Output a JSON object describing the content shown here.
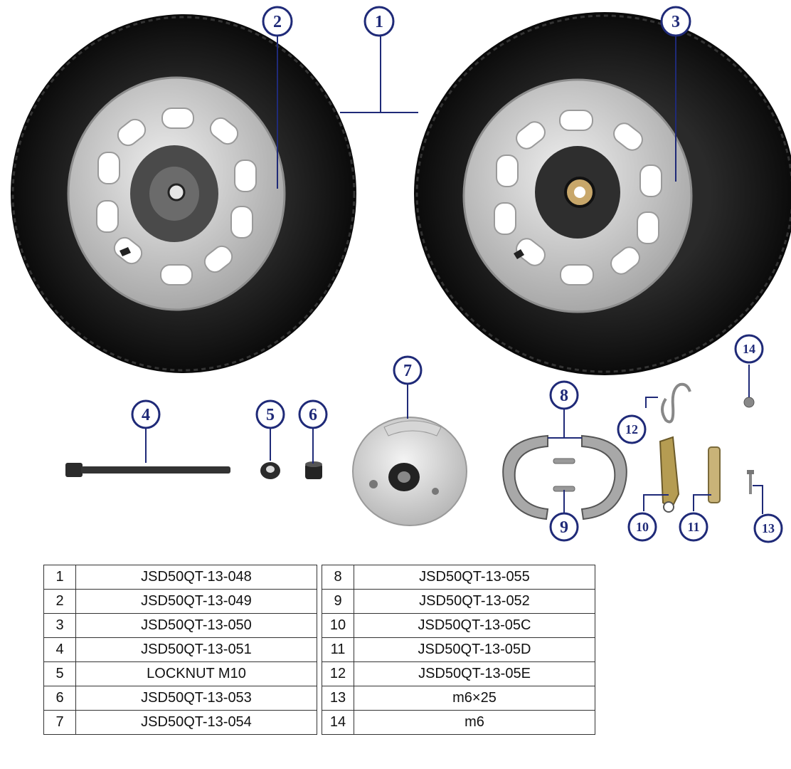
{
  "callouts": [
    {
      "label": "1"
    },
    {
      "label": "2"
    },
    {
      "label": "3"
    },
    {
      "label": "4"
    },
    {
      "label": "5"
    },
    {
      "label": "6"
    },
    {
      "label": "7"
    },
    {
      "label": "8"
    },
    {
      "label": "9"
    },
    {
      "label": "10"
    },
    {
      "label": "11"
    },
    {
      "label": "12"
    },
    {
      "label": "13"
    },
    {
      "label": "14"
    }
  ],
  "parts_table": {
    "rows": [
      {
        "left_no": "1",
        "left_part": "JSD50QT-13-048",
        "right_no": "8",
        "right_part": "JSD50QT-13-055"
      },
      {
        "left_no": "2",
        "left_part": "JSD50QT-13-049",
        "right_no": "9",
        "right_part": "JSD50QT-13-052"
      },
      {
        "left_no": "3",
        "left_part": "JSD50QT-13-050",
        "right_no": "10",
        "right_part": "JSD50QT-13-05C"
      },
      {
        "left_no": "4",
        "left_part": "JSD50QT-13-051",
        "right_no": "11",
        "right_part": "JSD50QT-13-05D"
      },
      {
        "left_no": "5",
        "left_part": "LOCKNUT M10",
        "right_no": "12",
        "right_part": "JSD50QT-13-05E"
      },
      {
        "left_no": "6",
        "left_part": "JSD50QT-13-053",
        "right_no": "13",
        "right_part": "m6×25"
      },
      {
        "left_no": "7",
        "left_part": "JSD50QT-13-054",
        "right_no": "14",
        "right_part": "m6"
      }
    ]
  },
  "colors": {
    "callout": "#1f2a78",
    "tire": "#1c1c1c",
    "rim": "#c9c9c9",
    "hub": "#3a3a3a"
  }
}
